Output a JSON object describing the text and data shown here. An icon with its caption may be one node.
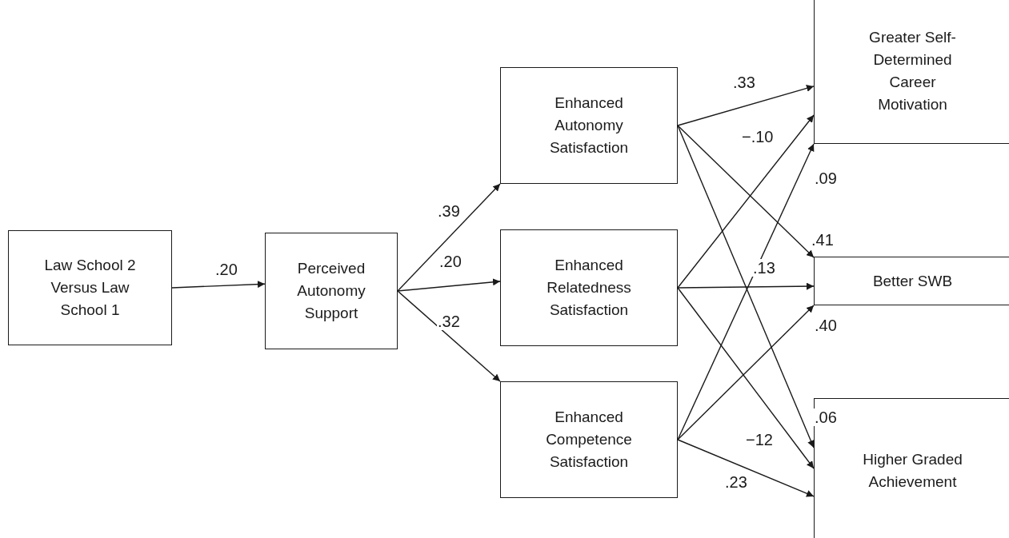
{
  "diagram": {
    "nodes": [
      {
        "text": [
          "Law School 2 Versus Law School 1"
        ]
      },
      {
        "text": [
          "Perceived Autonomy Support"
        ]
      },
      {
        "text": [
          "Enhanced Autonomy Satisfaction"
        ]
      },
      {
        "text": [
          "Enhanced Relatedness Satisfaction"
        ]
      },
      {
        "text": [
          "Enhanced Competence Satisfaction"
        ]
      },
      {
        "text": [
          "Greater Self-Determined Career Motivation"
        ]
      },
      {
        "text": [
          "Better SWB"
        ]
      },
      {
        "text": [
          "Higher Graded Achievement"
        ]
      }
    ],
    "edges": [
      {
        "from": 0,
        "to": 1,
        "arrow": "to",
        "label": ".20"
      },
      {
        "from": 1,
        "to": 2,
        "arrow": "to",
        "label": ".39"
      },
      {
        "from": 1,
        "to": 3,
        "arrow": "to",
        "label": ".20"
      },
      {
        "from": 1,
        "to": 4,
        "arrow": "to",
        "label": ".32"
      },
      {
        "from": 2,
        "to": 5,
        "arrow": "to",
        "label": ".33"
      },
      {
        "from": 3,
        "to": 5,
        "arrow": "to",
        "label": "−.10"
      },
      {
        "from": 4,
        "to": 5,
        "arrow": "to",
        "label": ".09"
      },
      {
        "from": 2,
        "to": 6,
        "arrow": "to",
        "label": ".41"
      },
      {
        "from": 3,
        "to": 6,
        "arrow": "to",
        "label": ".13"
      },
      {
        "from": 4,
        "to": 6,
        "arrow": "to",
        "label": ".40"
      },
      {
        "from": 2,
        "to": 7,
        "arrow": "to",
        "label": ".06"
      },
      {
        "from": 3,
        "to": 7,
        "arrow": "to",
        "label": "−12"
      },
      {
        "from": 4,
        "to": 7,
        "arrow": "to",
        "label": ".23"
      }
    ]
  }
}
